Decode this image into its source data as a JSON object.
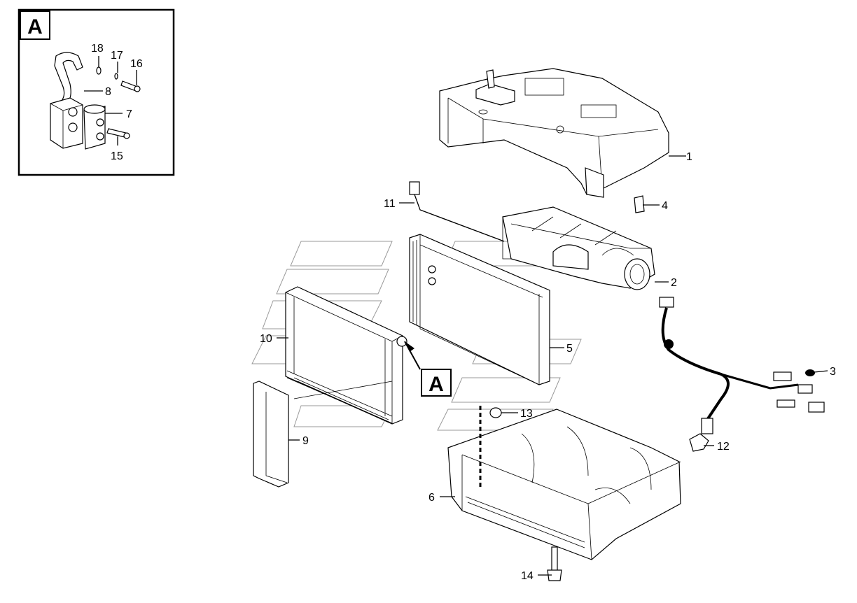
{
  "detail_ref": "A",
  "callouts": [
    "1",
    "2",
    "3",
    "4",
    "5",
    "6",
    "7",
    "8",
    "9",
    "10",
    "11",
    "12",
    "13",
    "14",
    "15",
    "16",
    "17",
    "18"
  ]
}
